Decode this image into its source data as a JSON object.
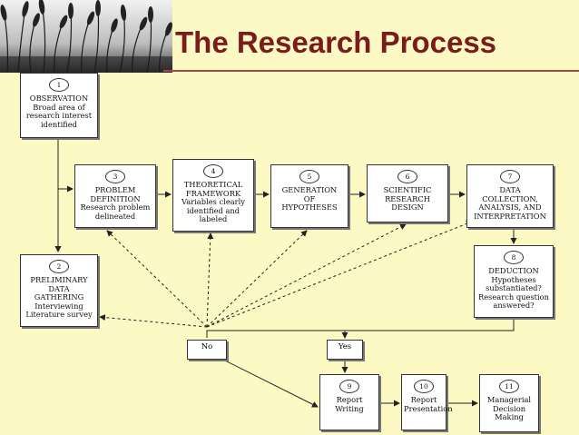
{
  "title": "The Research Process",
  "colors": {
    "background": "#fdf9c4",
    "title": "#7a1c1c",
    "box": "#ffffff",
    "line": "#333333"
  },
  "steps": [
    {
      "number": "1",
      "label": "OBSERVATION\nBroad area of\nresearch interest\nidentified"
    },
    {
      "number": "2",
      "label": "PRELIMINARY\nDATA\nGATHERING\nInterviewing\nLiterature survey"
    },
    {
      "number": "3",
      "label": "PROBLEM\nDEFINITION\nResearch problem\ndelineated"
    },
    {
      "number": "4",
      "label": "THEORETICAL\nFRAMEWORK\nVariables clearly\nidentified and\nlabeled"
    },
    {
      "number": "5",
      "label": "GENERATION\nOF\nHYPOTHESES"
    },
    {
      "number": "6",
      "label": "SCIENTIFIC\nRESEARCH\nDESIGN"
    },
    {
      "number": "7",
      "label": "DATA\nCOLLECTION,\nANALYSIS, AND\nINTERPRETATION"
    },
    {
      "number": "8",
      "label": "DEDUCTION\nHypotheses\nsubstantiated?\nResearch question\nanswered?"
    },
    {
      "number": "9",
      "label": "Report\nWriting"
    },
    {
      "number": "10",
      "label": "Report\nPresentation"
    },
    {
      "number": "11",
      "label": "Managerial\nDecision\nMaking"
    }
  ],
  "decisions": {
    "no": "No",
    "yes": "Yes"
  }
}
